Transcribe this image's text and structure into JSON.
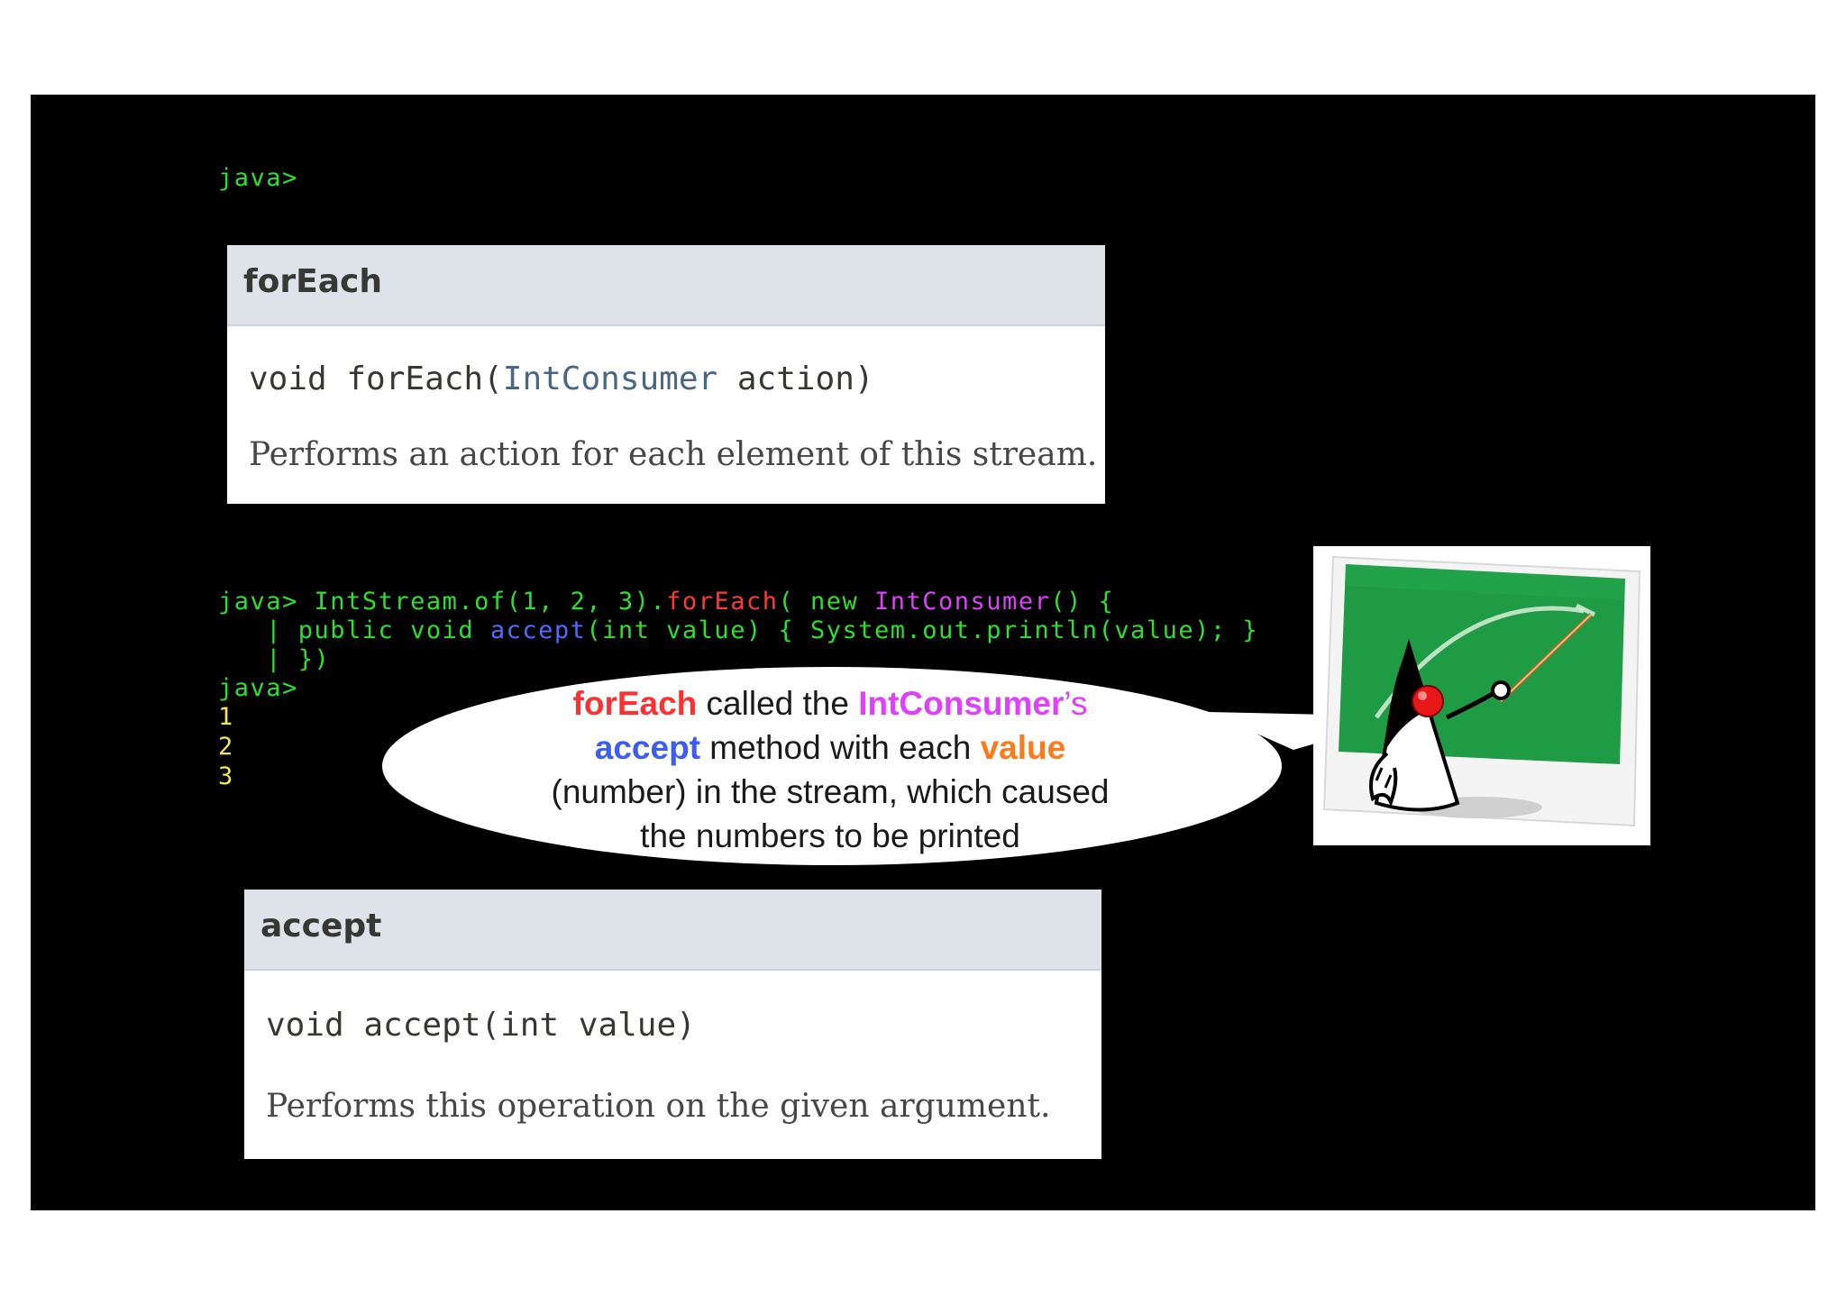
{
  "terminal": {
    "prompt_top": "java>",
    "cmd_prompt": "java>",
    "cmd_part1": "IntStream.of(1, 2, 3).",
    "cmd_foreach": "forEach",
    "cmd_paren": "( new ",
    "cmd_intconsumer": "IntConsumer",
    "cmd_end1": "() {",
    "line2_pre": "   | public void ",
    "line2_accept": "accept",
    "line2_post": "(int value) { System.out.println(value); }",
    "line3": "   | })",
    "prompt_after": "java>",
    "outputs": [
      "1",
      "2",
      "3"
    ]
  },
  "foreach_doc": {
    "title": "forEach",
    "sig_pre": "void forEach(",
    "sig_type": "IntConsumer",
    "sig_post": " action)",
    "description": "Performs an action for each element of this stream."
  },
  "accept_doc": {
    "title": "accept",
    "signature": "void accept(int value)",
    "description": "Performs this operation on the given argument."
  },
  "bubble": {
    "foreach": "forEach",
    "called_the": " called the ",
    "intconsumer": "IntConsumer",
    "apostrophe_s": "’s",
    "accept": "accept",
    "method_with_each": " method with each ",
    "value": "value",
    "line3": "(number) in the stream,  which caused",
    "line4": "the numbers to be printed"
  },
  "colors": {
    "slide_bg": "#000000",
    "terminal_green": "#2ee02e",
    "keyword_red": "#ff3b30",
    "type_magenta": "#e040fb",
    "method_blue": "#4e6cff",
    "output_yellow": "#f3e94a",
    "value_orange": "#ff7a1a",
    "doc_header": "#dee3e9"
  },
  "icons": [
    "duke-mascot-icon",
    "chalkboard-icon",
    "pointer-stick-icon"
  ]
}
